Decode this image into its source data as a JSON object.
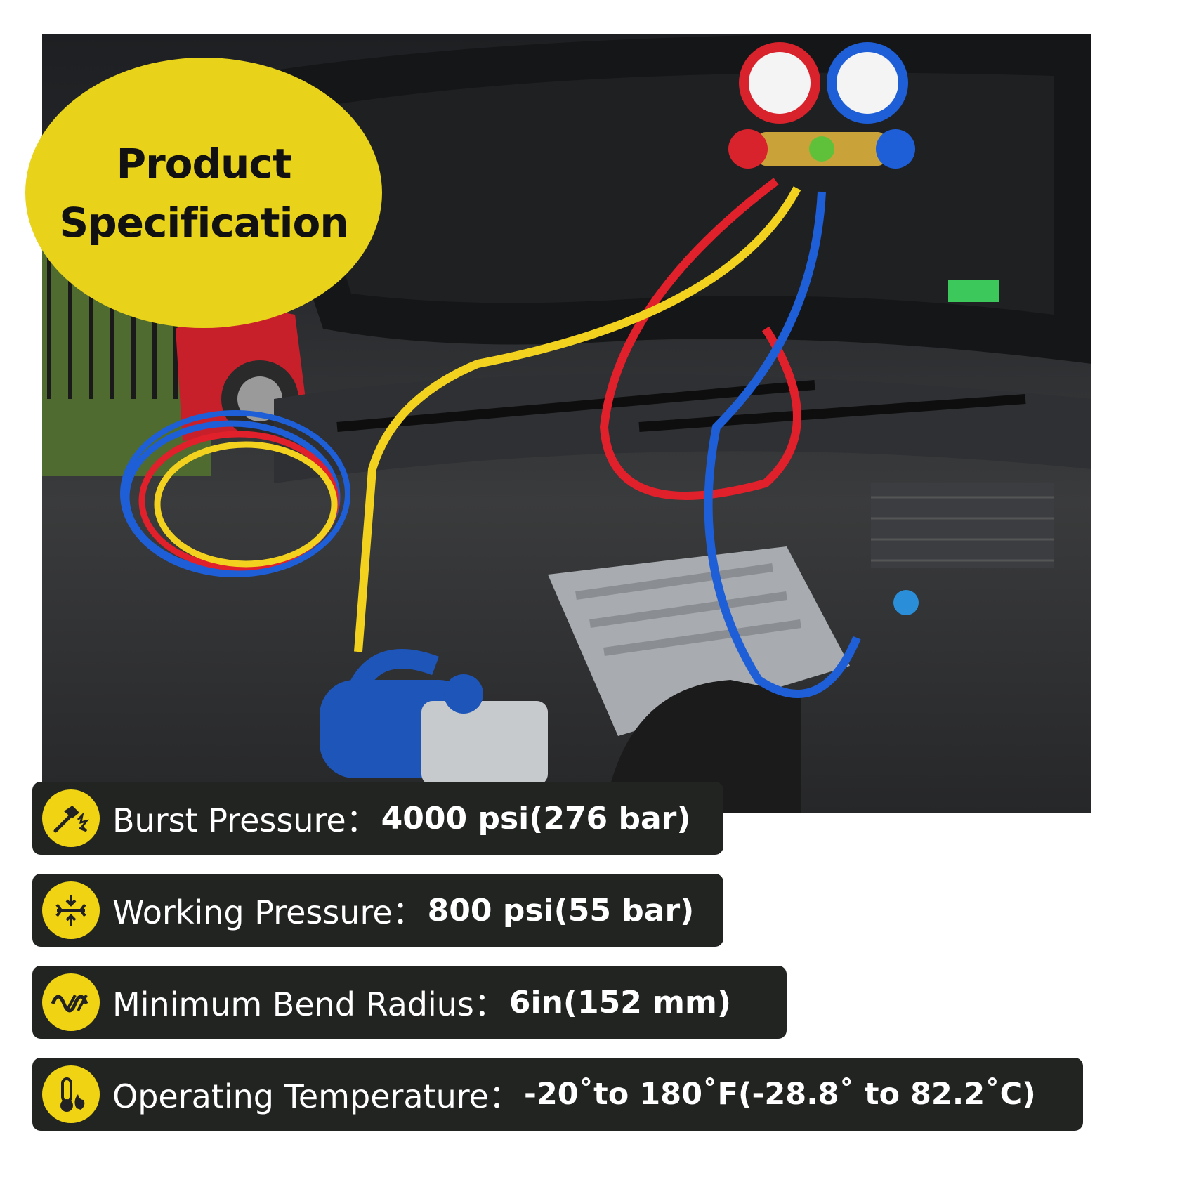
{
  "badge": {
    "line1": "Product",
    "line2": "Specification",
    "color": "#e8d21a"
  },
  "photo": {
    "subject": "engine-bay-with-manifold-gauge-set-and-hoses"
  },
  "specs": [
    {
      "icon": "burst-pressure-icon",
      "label": "Burst Pressure：",
      "value": "4000 psi(276 bar)"
    },
    {
      "icon": "working-pressure-icon",
      "label": "Working Pressure：",
      "value": "800 psi(55 bar)"
    },
    {
      "icon": "bend-radius-icon",
      "label": "Minimum Bend Radius：",
      "value": "6in(152 mm)"
    },
    {
      "icon": "temperature-icon",
      "label": "Operating Temperature：",
      "value": "-20˚to 180˚F(-28.8˚ to 82.2˚C)"
    }
  ],
  "colors": {
    "accent_yellow": "#f0d414",
    "bar_background": "#222422",
    "hose_red": "#e0202a",
    "hose_blue": "#1e5fd8",
    "hose_yellow": "#f2d21e"
  }
}
